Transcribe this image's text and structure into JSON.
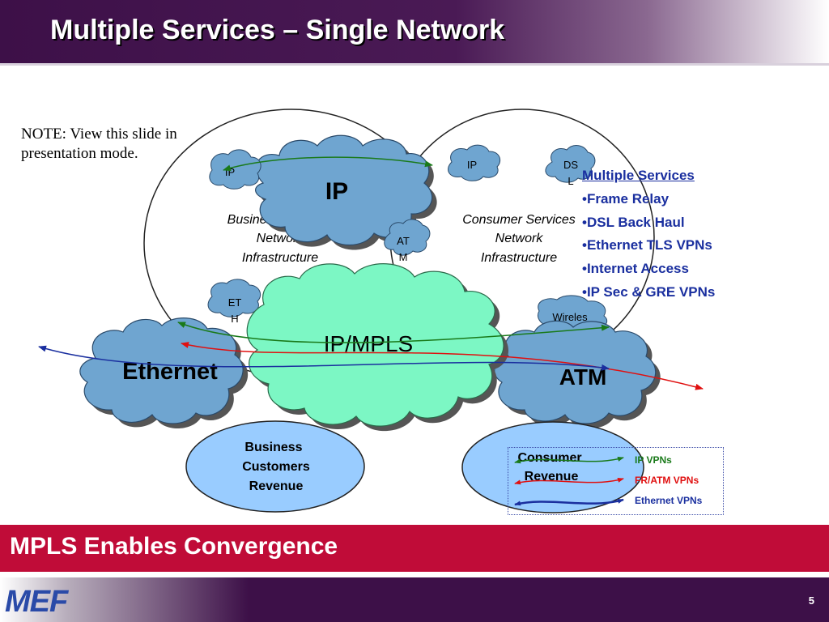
{
  "slide": {
    "title": "Multiple Services – Single Network",
    "note": "NOTE: View this slide in presentation mode.",
    "banner": "MPLS Enables Convergence",
    "page_number": "5",
    "logo": "MEF"
  },
  "infrastructure": {
    "business": [
      "Business Services",
      "Network",
      "Infrastructure"
    ],
    "consumer": [
      "Consumer Services",
      "Network",
      "Infrastructure"
    ]
  },
  "clouds": {
    "ip_main": "IP",
    "ip_small_left": "IP",
    "ip_small_right": "IP",
    "dsl_top": "DS",
    "dsl_bottom": "L",
    "atm_small_top": "AT",
    "atm_small_bottom": "M",
    "eth_small_top": "ET",
    "eth_small_bottom": "H",
    "wireless": "Wireles",
    "ip_mpls": "IP/MPLS",
    "ethernet": "Ethernet",
    "atm": "ATM"
  },
  "revenue": {
    "business": [
      "Business",
      "Customers",
      "Revenue"
    ],
    "consumer": [
      "Consumer",
      "Revenue"
    ]
  },
  "services": {
    "heading": "Multiple Services",
    "items": [
      "Frame Relay",
      "DSL Back Haul",
      "Ethernet TLS VPNs",
      "Internet Access",
      "IP Sec & GRE VPNs"
    ]
  },
  "legend": [
    {
      "label": "IP VPNs",
      "color": "#1a7a1a"
    },
    {
      "label": "FR/ATM VPNs",
      "color": "#e01010"
    },
    {
      "label": "Ethernet  VPNs",
      "color": "#1a2f9f"
    }
  ],
  "colors": {
    "cloud_blue": "#6fa5d0",
    "cloud_mpls": "#7cf7c4",
    "revenue_fill": "#99ccff",
    "banner": "#c00c38",
    "title_bar": "#3d1048",
    "service_text": "#1a2f9f"
  }
}
